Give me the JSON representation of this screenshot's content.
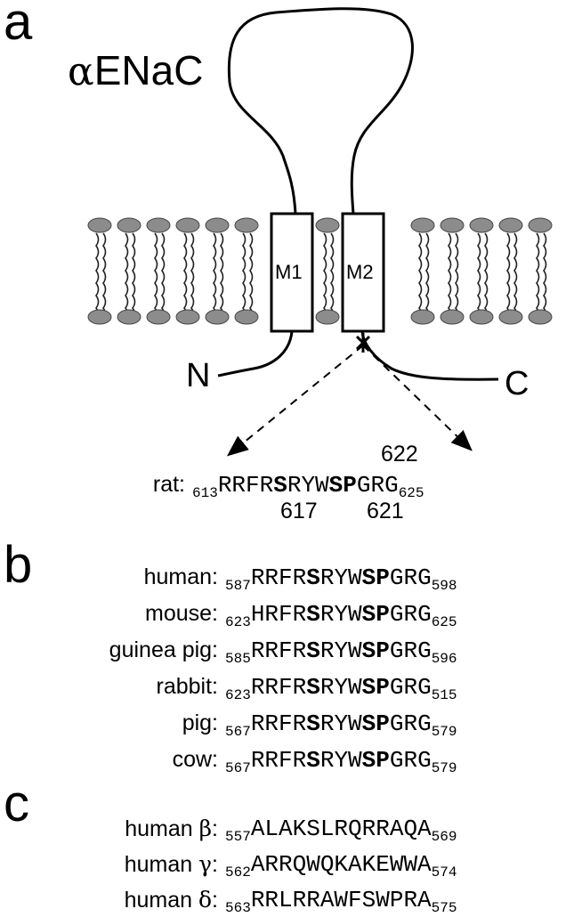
{
  "figure": {
    "title_prefix": "α",
    "title_main": "ENaC",
    "panels": {
      "a": "a",
      "b": "b",
      "c": "c"
    },
    "domains": {
      "m1": "M1",
      "m2": "M2"
    },
    "termini": {
      "n": "N",
      "c": "C"
    }
  },
  "panel_a": {
    "species": "rat:",
    "start": "613",
    "pre": "RRFR",
    "s1": "S",
    "mid": "RYW",
    "sp": "SP",
    "post": "GRG",
    "end": "625",
    "label_622": "622",
    "label_617": "617",
    "label_621": "621"
  },
  "panel_b": [
    {
      "species": "human:",
      "start": "587",
      "pre": "RRFR",
      "s1": "S",
      "mid": "RYW",
      "sp": "SP",
      "post": "GRG",
      "end": "598"
    },
    {
      "species": "mouse:",
      "start": "623",
      "pre": "HRFR",
      "s1": "S",
      "mid": "RYW",
      "sp": "SP",
      "post": "GRG",
      "end": "625"
    },
    {
      "species": "guinea pig:",
      "start": "585",
      "pre": "RRFR",
      "s1": "S",
      "mid": "RYW",
      "sp": "SP",
      "post": "GRG",
      "end": "596"
    },
    {
      "species": "rabbit:",
      "start": "623",
      "pre": "RRFR",
      "s1": "S",
      "mid": "RYW",
      "sp": "SP",
      "post": "GRG",
      "end": "515"
    },
    {
      "species": "pig:",
      "start": "567",
      "pre": "RRFR",
      "s1": "S",
      "mid": "RYW",
      "sp": "SP",
      "post": "GRG",
      "end": "579"
    },
    {
      "species": "cow:",
      "start": "567",
      "pre": "RRFR",
      "s1": "S",
      "mid": "RYW",
      "sp": "SP",
      "post": "GRG",
      "end": "579"
    }
  ],
  "panel_c": [
    {
      "species": "human",
      "greek": "β",
      "start": "557",
      "seq": "ALAKSLRQRRAQA",
      "end": "569"
    },
    {
      "species": "human",
      "greek": "γ",
      "start": "562",
      "seq": "ARRQWQKAKEWWA",
      "end": "574"
    },
    {
      "species": "human",
      "greek": "δ",
      "start": "563",
      "seq": "RRLRRAWFSWPRA",
      "end": "575"
    }
  ]
}
